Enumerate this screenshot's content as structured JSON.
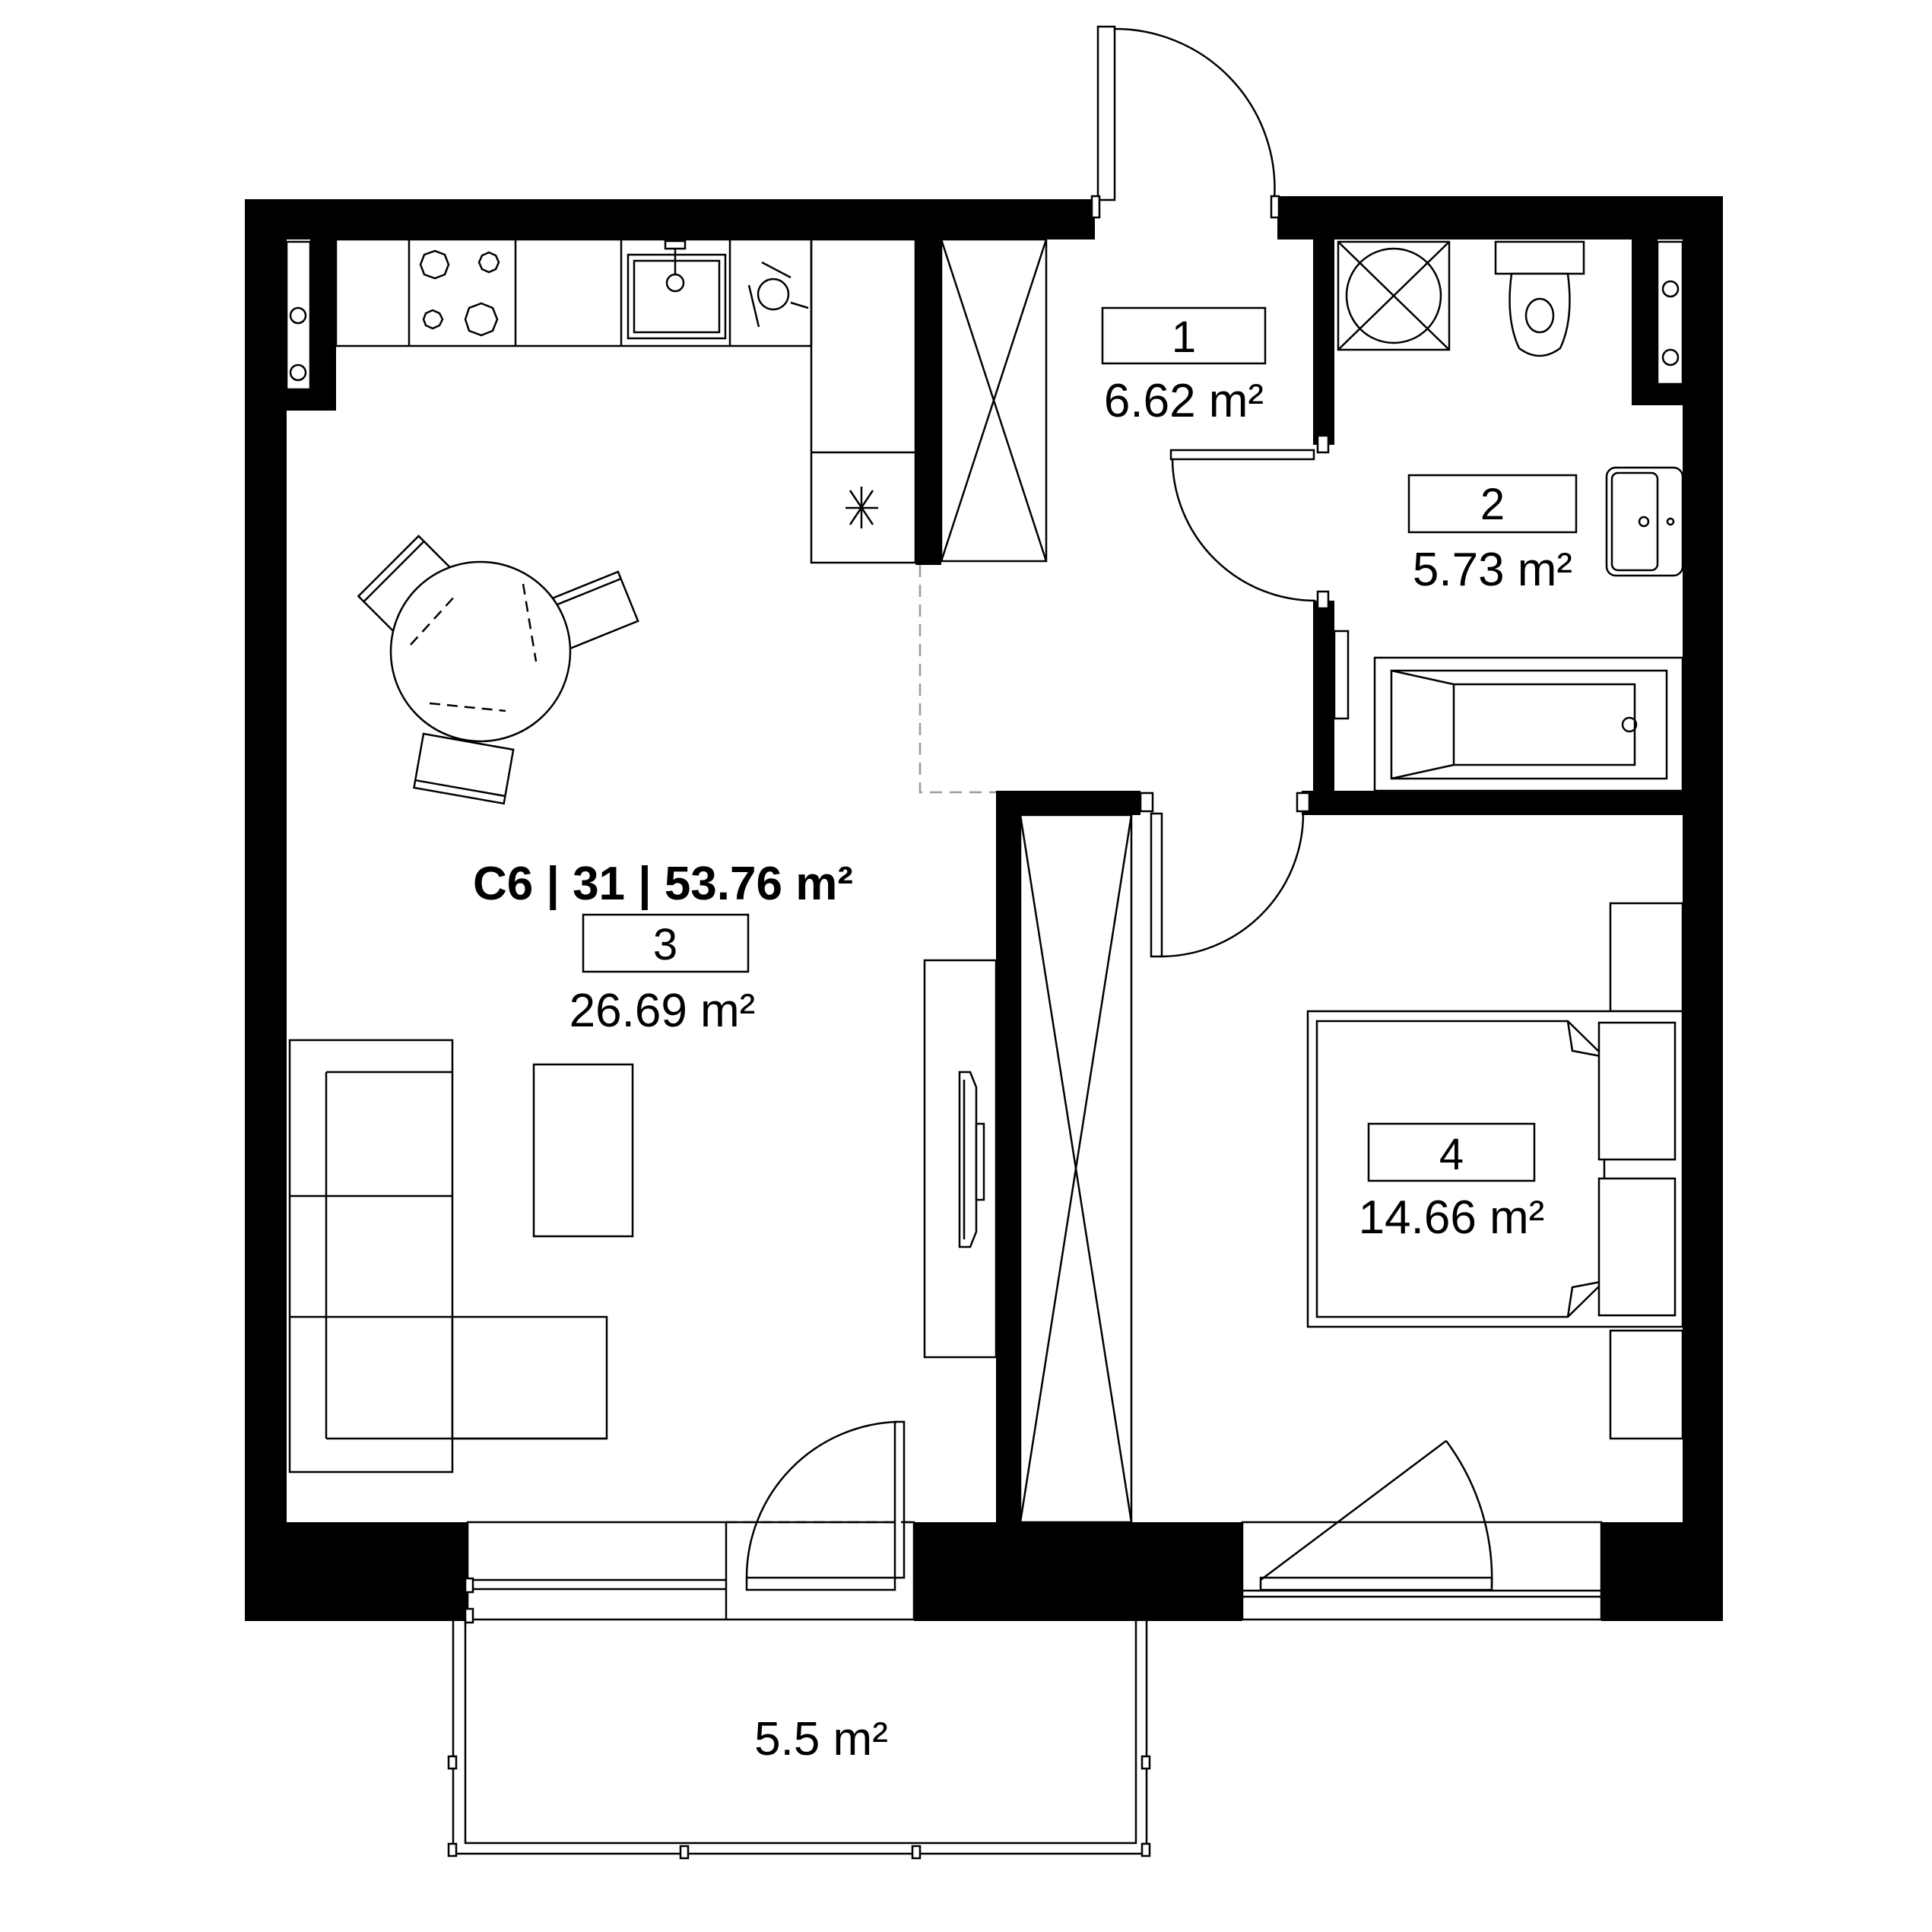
{
  "apartment": {
    "summary": "C6 | 31 | 53.76 m²"
  },
  "rooms": [
    {
      "id": "room-1",
      "number": "1",
      "area": "6.62 m²"
    },
    {
      "id": "room-2",
      "number": "2",
      "area": "5.73 m²"
    },
    {
      "id": "room-3",
      "number": "3",
      "area": "26.69 m²"
    },
    {
      "id": "room-4",
      "number": "4",
      "area": "14.66 m²"
    }
  ],
  "balcony": {
    "area": "5.5 m²"
  },
  "colors": {
    "wall": "#000000",
    "line": "#000000",
    "background": "#ffffff",
    "opening": "#9a9a9a"
  },
  "icons": [
    "stove-icon",
    "sink-icon",
    "fan-icon",
    "washer-icon",
    "toilet-icon",
    "bathtub-icon",
    "tv-icon"
  ]
}
